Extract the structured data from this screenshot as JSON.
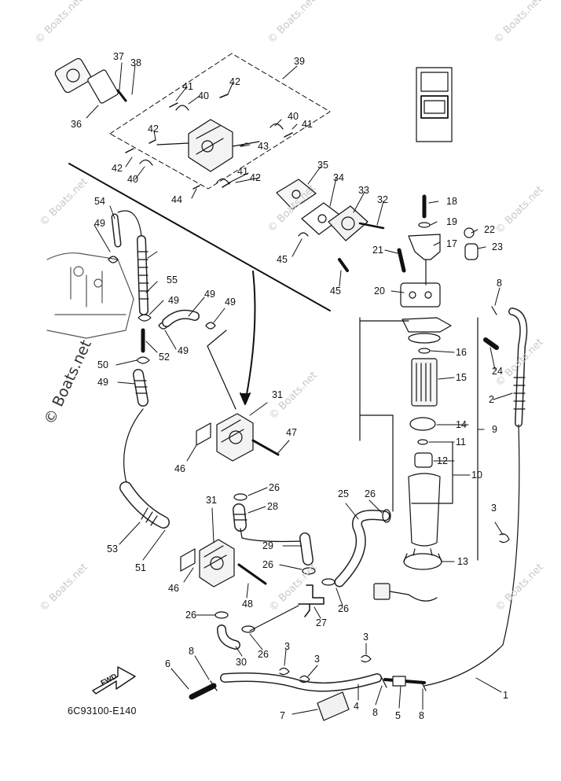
{
  "diagram": {
    "drawing_code": "6C93100-E140",
    "fwd_label": "FWD",
    "watermark": "© Boats.net",
    "callouts": [
      "1",
      "2",
      "3",
      "3",
      "3",
      "3",
      "4",
      "5",
      "6",
      "7",
      "8",
      "8",
      "8",
      "8",
      "9",
      "10",
      "11",
      "12",
      "13",
      "14",
      "15",
      "16",
      "17",
      "18",
      "19",
      "20",
      "21",
      "22",
      "23",
      "24",
      "25",
      "26",
      "26",
      "26",
      "26",
      "26",
      "26",
      "27",
      "28",
      "29",
      "30",
      "31",
      "31",
      "32",
      "33",
      "34",
      "35",
      "36",
      "37",
      "38",
      "39",
      "40",
      "40",
      "40",
      "41",
      "41",
      "41",
      "42",
      "42",
      "42",
      "42",
      "43",
      "44",
      "45",
      "45",
      "46",
      "46",
      "47",
      "48",
      "49",
      "49",
      "49",
      "49",
      "49",
      "49",
      "50",
      "51",
      "52",
      "53",
      "54",
      "55"
    ]
  }
}
